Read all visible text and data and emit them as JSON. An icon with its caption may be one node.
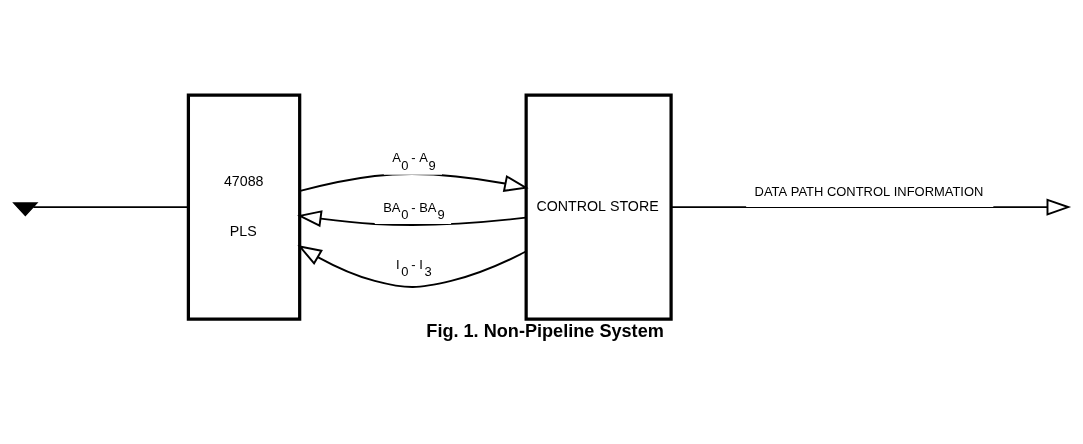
{
  "diagram": {
    "caption": "Fig. 1. Non-Pipeline System",
    "nodes": [
      {
        "text": [
          "47088",
          "PLS"
        ]
      },
      {
        "text": [
          "CONTROL STORE"
        ]
      },
      {
        "text": [],
        "shape": "ground"
      }
    ],
    "edges": [
      {
        "from": 1,
        "to": 0,
        "arrow": "to",
        "label": "BA$_{0}$ - BA$_{9}$"
      },
      {
        "from": 1,
        "to": 0,
        "arrow": "to",
        "label": "I$_{0}$ - I$_{3}$"
      },
      {
        "from": 0,
        "to": 1,
        "arrow": "to",
        "label": "A$_{0}$ - A$_{9}$"
      },
      {
        "from": 2,
        "to": 0,
        "arrow": "none"
      },
      {
        "from": 1,
        "to": null,
        "arrow": "to",
        "label": "DATA PATH CONTROL INFORMATION"
      }
    ]
  }
}
